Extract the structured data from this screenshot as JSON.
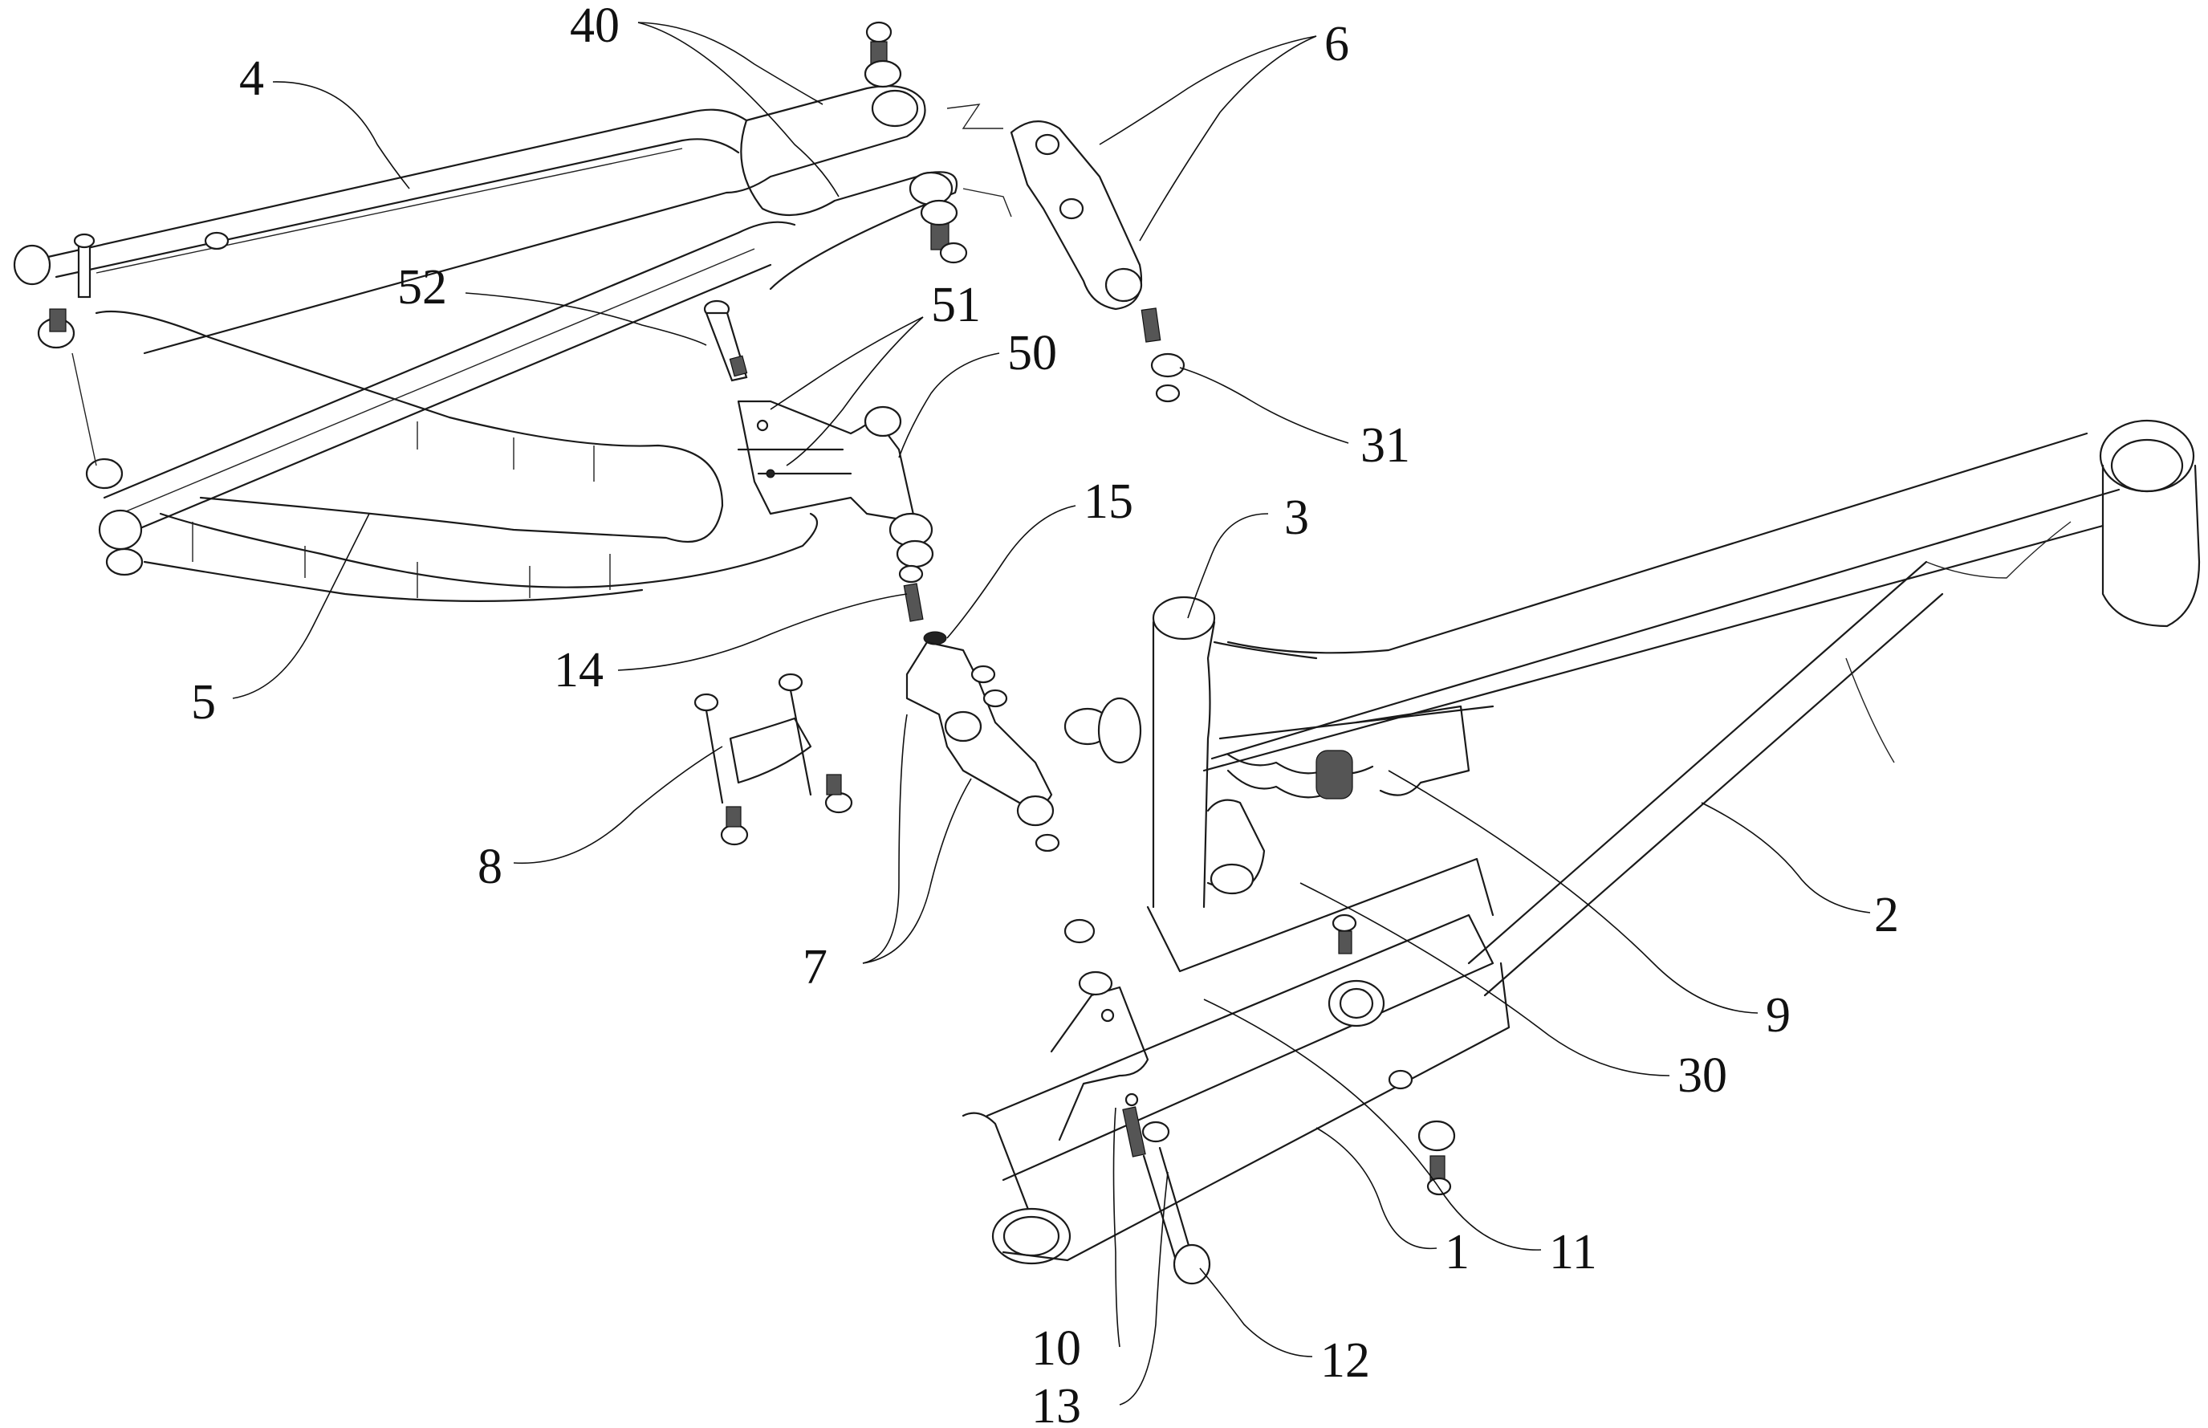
{
  "figure": {
    "type": "exploded technical drawing",
    "subject": "bicycle frame with rear suspension linkage",
    "labels": [
      {
        "id": "4",
        "text": "4",
        "part": "upper stay (seat stay)"
      },
      {
        "id": "40",
        "text": "40",
        "part": "upper stay ends"
      },
      {
        "id": "6",
        "text": "6",
        "part": "upper rocker link"
      },
      {
        "id": "52",
        "text": "52",
        "part": "pivot bolt"
      },
      {
        "id": "51",
        "text": "51",
        "part": "chainstay yoke plates"
      },
      {
        "id": "50",
        "text": "50",
        "part": "chainstay yoke"
      },
      {
        "id": "31",
        "text": "31",
        "part": "rocker pivot bolt"
      },
      {
        "id": "15",
        "text": "15",
        "part": "bushing"
      },
      {
        "id": "3",
        "text": "3",
        "part": "seat tube"
      },
      {
        "id": "14",
        "text": "14",
        "part": "threaded axle"
      },
      {
        "id": "5",
        "text": "5",
        "part": "lower stay (chainstay)"
      },
      {
        "id": "8",
        "text": "8",
        "part": "H-link"
      },
      {
        "id": "7",
        "text": "7",
        "part": "lower link"
      },
      {
        "id": "2",
        "text": "2",
        "part": "down tube / front triangle"
      },
      {
        "id": "9",
        "text": "9",
        "part": "rear shock"
      },
      {
        "id": "30",
        "text": "30",
        "part": "shock mount"
      },
      {
        "id": "10",
        "text": "10",
        "part": "bracket"
      },
      {
        "id": "11",
        "text": "11",
        "part": "seat tube base plate"
      },
      {
        "id": "1",
        "text": "1",
        "part": "bottom bracket housing"
      },
      {
        "id": "12",
        "text": "12",
        "part": "bolt"
      },
      {
        "id": "13",
        "text": "13",
        "part": "threaded rod"
      }
    ]
  }
}
